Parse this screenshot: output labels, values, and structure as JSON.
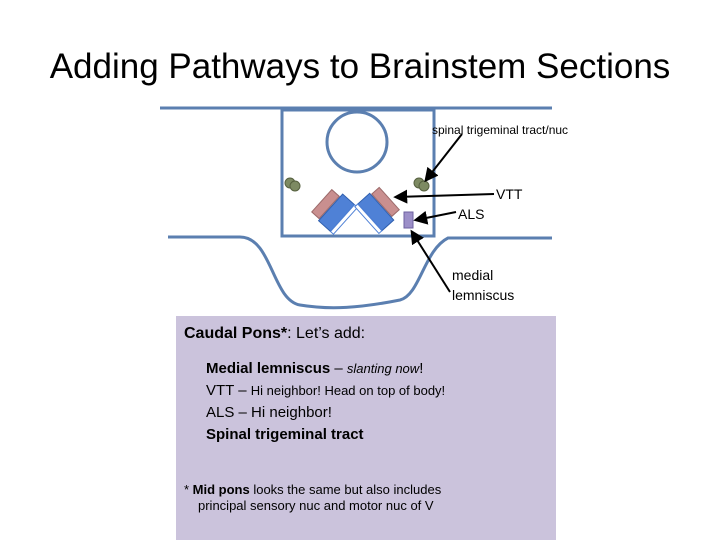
{
  "title": "Adding Pathways to Brainstem Sections",
  "labels": {
    "spinal_trigeminal": "spinal trigeminal tract/nuc",
    "vtt": "VTT",
    "als": "ALS",
    "medial_lemniscus": "medial lemniscus"
  },
  "box": {
    "heading_bold": "Caudal Pons*",
    "heading_rest": ": Let’s add:",
    "items": [
      {
        "bold": "Medial lemniscus",
        "rest": " – ",
        "note": "slanting now",
        "end": "!"
      },
      {
        "bold": "VTT",
        "rest": " – ",
        "note": "Hi neighbor! Head on top of body!",
        "end": ""
      },
      {
        "bold": "ALS",
        "rest": "  – Hi neighbor!",
        "note": "",
        "end": ""
      },
      {
        "bold": "Spinal trigeminal tract",
        "rest": "",
        "note": "",
        "end": ""
      }
    ],
    "footnote_star": "* ",
    "footnote_bold": "Mid pons",
    "footnote_rest": " looks the same but also includes",
    "footnote_line2": "principal sensory nuc and motor nuc of V"
  },
  "colors": {
    "outline": "#5b7fb0",
    "box_fill": "#cbc3dc",
    "tract_pink": "#c98f8f",
    "tract_blue": "#4f81d6",
    "als_purple": "#9c8fc8",
    "nucleus_olive": "#7d8a62"
  }
}
